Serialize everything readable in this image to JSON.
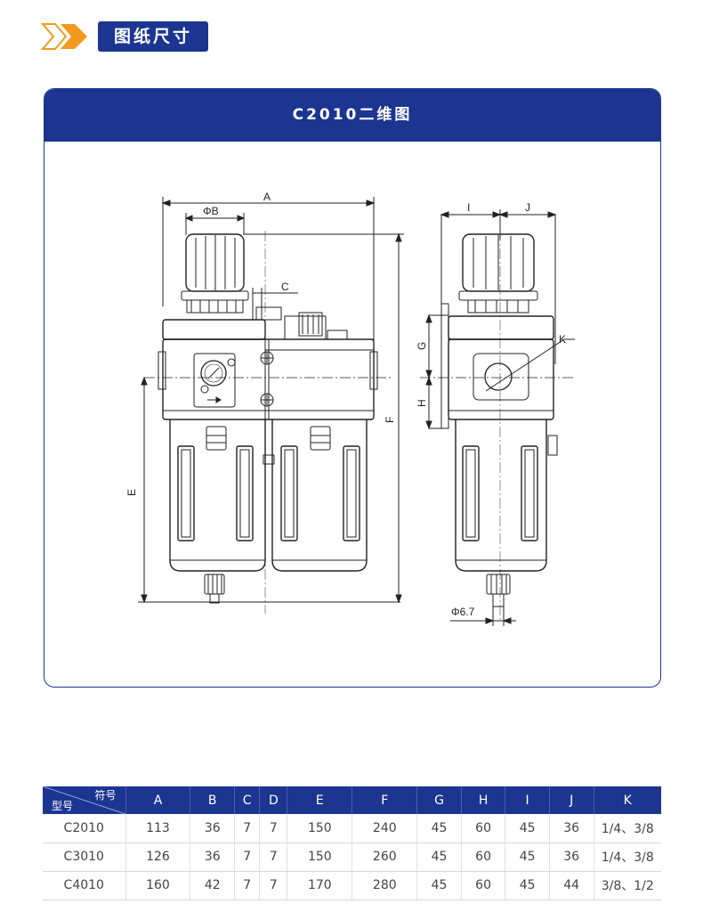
{
  "header": {
    "title": "图纸尺寸"
  },
  "panel": {
    "title": "C2010二维图"
  },
  "drawing": {
    "labels": {
      "A": "A",
      "PhiB": "ΦB",
      "C": "C",
      "E": "E",
      "F": "F",
      "G": "G",
      "H": "H",
      "I": "I",
      "J": "J",
      "K": "K",
      "Phi67": "Φ6.7"
    }
  },
  "table": {
    "corner_top": "符号",
    "corner_bottom": "型号",
    "columns": [
      "A",
      "B",
      "C",
      "D",
      "E",
      "F",
      "G",
      "H",
      "I",
      "J",
      "K"
    ],
    "rows": [
      {
        "model": "C2010",
        "values": [
          "113",
          "36",
          "7",
          "7",
          "150",
          "240",
          "45",
          "60",
          "45",
          "36",
          "1/4、3/8"
        ]
      },
      {
        "model": "C3010",
        "values": [
          "126",
          "36",
          "7",
          "7",
          "150",
          "260",
          "45",
          "60",
          "45",
          "36",
          "1/4、3/8"
        ]
      },
      {
        "model": "C4010",
        "values": [
          "160",
          "42",
          "7",
          "7",
          "170",
          "280",
          "45",
          "60",
          "45",
          "44",
          "3/8、1/2"
        ]
      }
    ]
  },
  "colors": {
    "brand_blue": "#1c3591",
    "accent_orange": "#f29a1f"
  }
}
